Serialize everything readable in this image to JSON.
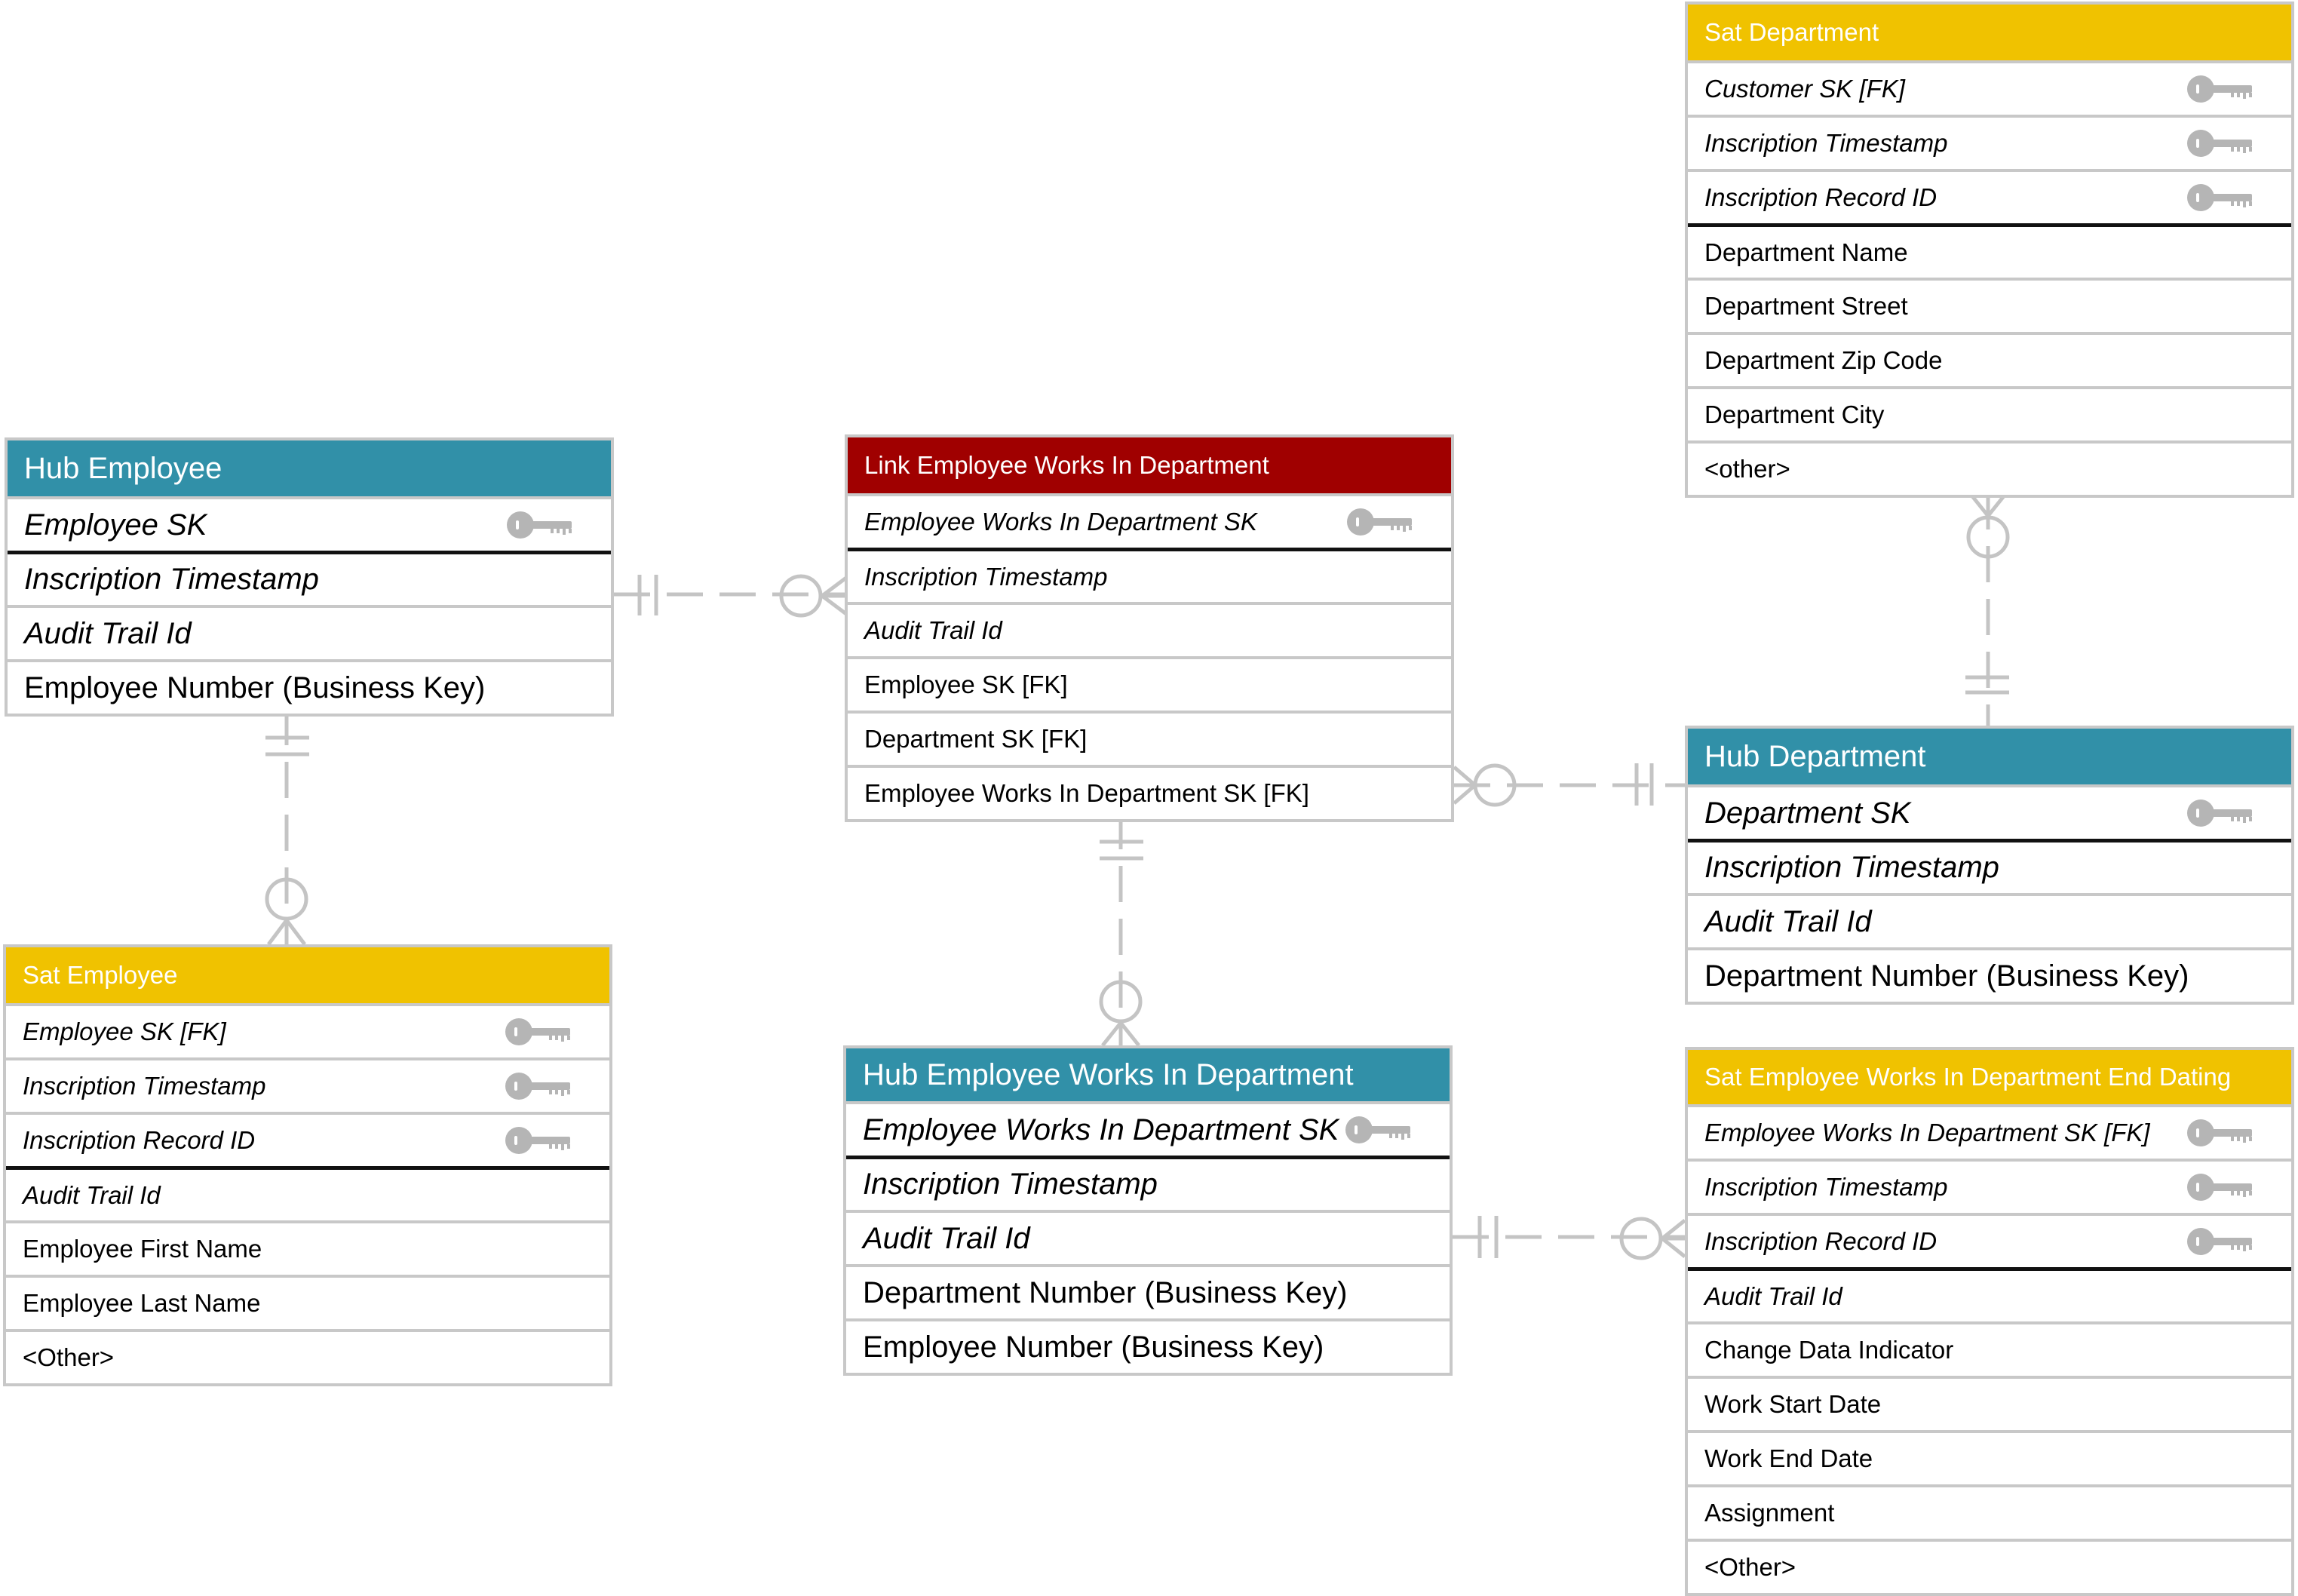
{
  "entities": {
    "sat_department": {
      "title": "Sat Department",
      "rows": [
        {
          "label": "Customer SK [FK]",
          "key": true,
          "icon": "key-icon"
        },
        {
          "label": "Inscription Timestamp",
          "key": true,
          "icon": "key-icon"
        },
        {
          "label": "Inscription Record ID",
          "key": true,
          "icon": "key-icon"
        },
        {
          "label": "Department Name"
        },
        {
          "label": "Department Street"
        },
        {
          "label": "Department Zip Code"
        },
        {
          "label": "Department City"
        },
        {
          "label": "<other>"
        }
      ]
    },
    "hub_employee": {
      "title": "Hub Employee",
      "rows": [
        {
          "label": "Employee SK",
          "key": true,
          "icon": "key-icon"
        },
        {
          "label": "Inscription Timestamp",
          "key": true
        },
        {
          "label": "Audit Trail Id",
          "key": true
        },
        {
          "label": "Employee Number (Business Key)"
        }
      ]
    },
    "link_employee_dept": {
      "title": "Link Employee Works In Department",
      "rows": [
        {
          "label": "Employee Works In Department SK",
          "key": true,
          "icon": "key-icon"
        },
        {
          "label": "Inscription Timestamp",
          "key": true
        },
        {
          "label": "Audit Trail Id",
          "key": true
        },
        {
          "label": "Employee SK [FK]"
        },
        {
          "label": "Department SK [FK]"
        },
        {
          "label": "Employee Works In Department SK [FK]"
        }
      ]
    },
    "hub_department": {
      "title": "Hub Department",
      "rows": [
        {
          "label": "Department SK",
          "key": true,
          "icon": "key-icon"
        },
        {
          "label": "Inscription Timestamp",
          "key": true
        },
        {
          "label": "Audit Trail Id",
          "key": true
        },
        {
          "label": "Department Number (Business Key)"
        }
      ]
    },
    "sat_employee": {
      "title": "Sat Employee",
      "rows": [
        {
          "label": "Employee SK [FK]",
          "key": true,
          "icon": "key-icon"
        },
        {
          "label": "Inscription Timestamp",
          "key": true,
          "icon": "key-icon"
        },
        {
          "label": "Inscription Record ID",
          "key": true,
          "icon": "key-icon"
        },
        {
          "label": "Audit Trail Id",
          "key": true
        },
        {
          "label": "Employee First Name"
        },
        {
          "label": "Employee Last Name"
        },
        {
          "label": "<Other>"
        }
      ]
    },
    "hub_employee_dept": {
      "title": "Hub Employee Works In Department",
      "rows": [
        {
          "label": "Employee Works In Department SK",
          "key": true,
          "icon": "key-icon"
        },
        {
          "label": "Inscription Timestamp",
          "key": true
        },
        {
          "label": "Audit Trail Id",
          "key": true
        },
        {
          "label": "Department Number (Business Key)"
        },
        {
          "label": "Employee Number (Business Key)"
        }
      ]
    },
    "sat_employee_dept_end": {
      "title": "Sat Employee Works In Department End Dating",
      "rows": [
        {
          "label": "Employee Works In Department SK [FK]",
          "key": true,
          "icon": "key-icon"
        },
        {
          "label": "Inscription Timestamp",
          "key": true,
          "icon": "key-icon"
        },
        {
          "label": "Inscription Record ID",
          "key": true,
          "icon": "key-icon"
        },
        {
          "label": "Audit Trail Id",
          "key": true
        },
        {
          "label": "Change Data Indicator"
        },
        {
          "label": "Work Start Date"
        },
        {
          "label": "Work End Date"
        },
        {
          "label": "Assignment"
        },
        {
          "label": "<Other>"
        }
      ]
    }
  },
  "colors": {
    "hub": "#3190a8",
    "sat": "#f0c200",
    "link": "#a00000",
    "border": "#c8c8c8",
    "connector": "#c4c4c4",
    "key": "#b5b5b5"
  }
}
